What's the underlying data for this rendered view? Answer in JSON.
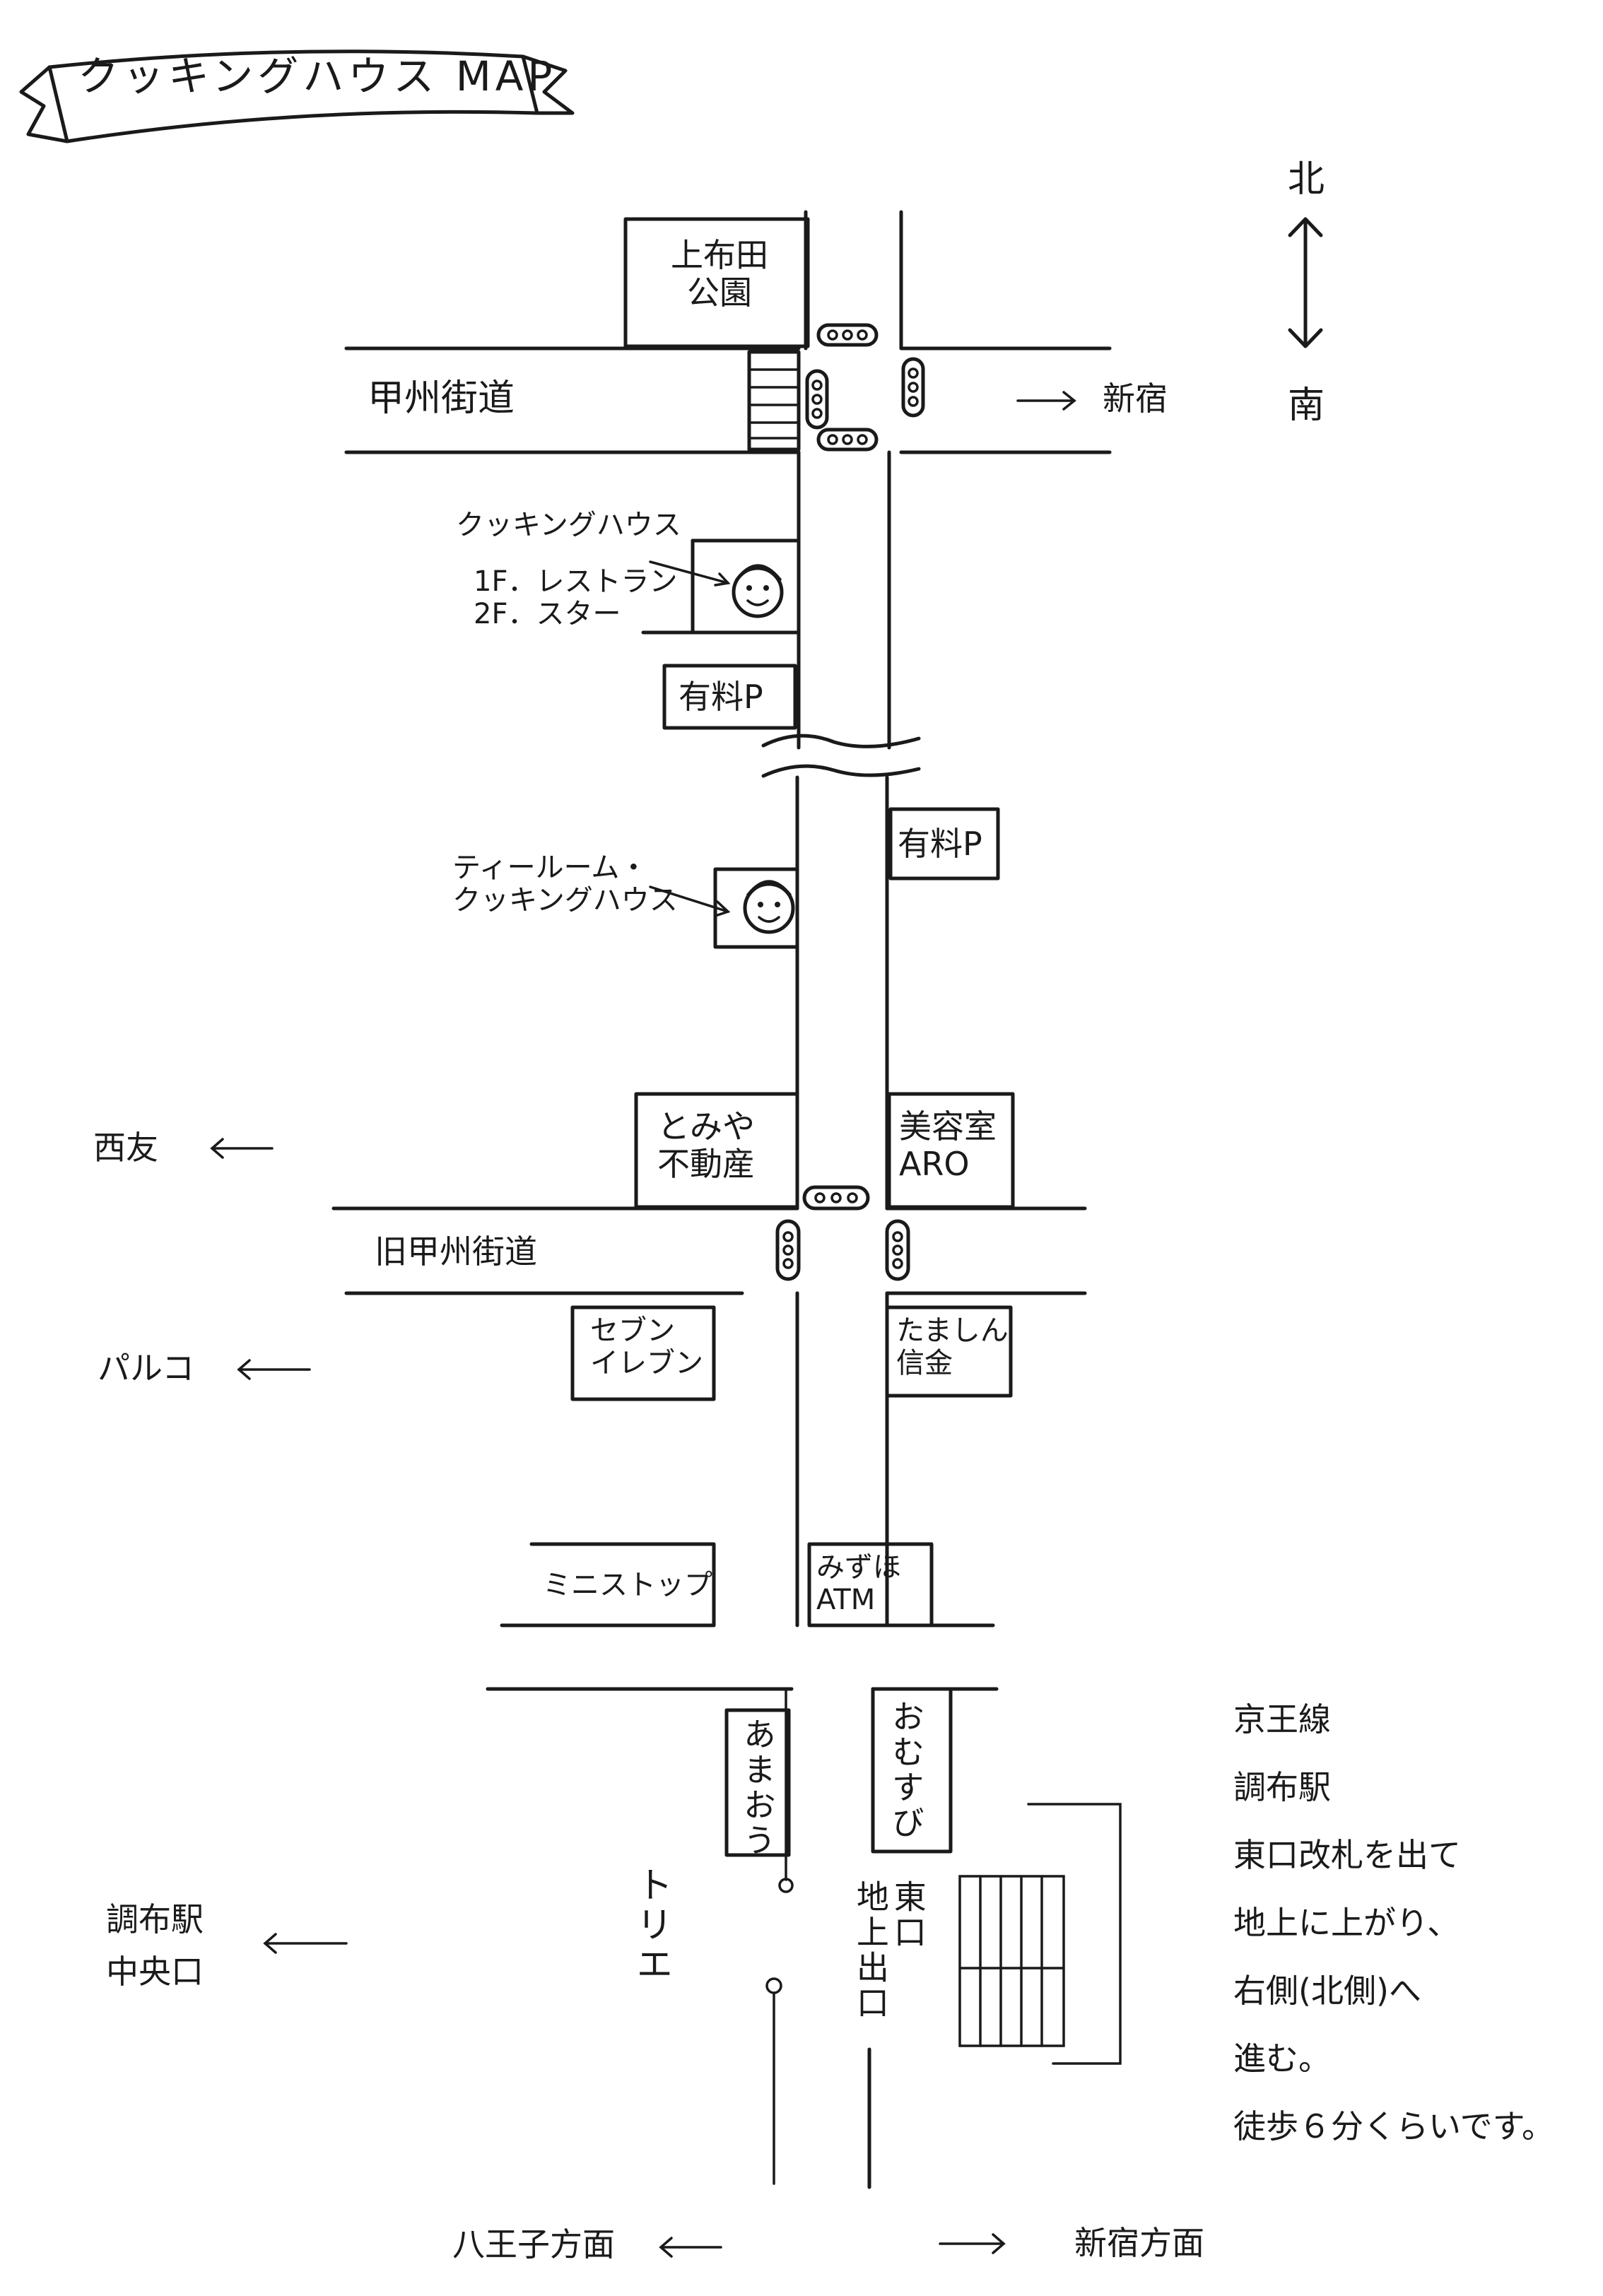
{
  "title": "クッキングハウス MAP",
  "compass": {
    "north": "北",
    "south": "南"
  },
  "streets": {
    "koshu_kaido": "甲州街道",
    "old_koshu_kaido": "旧甲州街道",
    "torie": "トリエ"
  },
  "directions": {
    "shinjuku_top": "新宿",
    "seiyu": "西友",
    "parco": "パルコ",
    "chofu_central": "調布駅\n中央口",
    "hachioji": "八王子方面",
    "shinjuku_bottom": "新宿方面"
  },
  "places": {
    "park": "上布田\n公園",
    "cooking_house": "クッキングハウス",
    "cooking_house_floors": "1F．レストラン\n2F．スター",
    "parking_left": "有料P",
    "parking_right": "有料P",
    "tearoom": "ティールーム・\nクッキングハウス",
    "tomiya": "とみや\n不動産",
    "salon": "美容室\nARO",
    "seven": "セブン\nイレブン",
    "tamashin": "たましん\n信金",
    "ministop": "ミニストップ",
    "mizuho": "みずほ\nATM",
    "amaou": "あまおう",
    "omusubi": "おむすび",
    "east_exit": "東口\n地上出口"
  },
  "note": {
    "line1": "京王線",
    "line2": "調布駅",
    "line3": "東口改札を出て",
    "line4": "地上に上がり、",
    "line5": "右側(北側)へ",
    "line6": "進む。",
    "line7": "徒歩６分くらいです。"
  },
  "icons": [
    "banner",
    "traffic-light",
    "smiley-face",
    "arrow",
    "crosswalk",
    "stairs"
  ]
}
